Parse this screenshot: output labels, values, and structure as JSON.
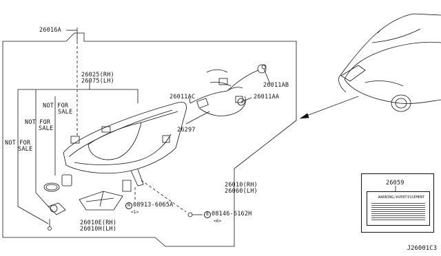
{
  "parts": {
    "p26016A": "26016A",
    "p26025": "26025(RH)",
    "p26075": "26075(LH)",
    "p26011AC": "26011AC",
    "p26011AB": "26011AB",
    "p26011AA": "26011AA",
    "p26297": "26297",
    "p26010": "26010(RH)",
    "p26060": "26060(LH)",
    "p26010E": "26010E(RH)",
    "p26010H": "26010H(LH)",
    "p26059": "26059",
    "bolt_n_code": "N",
    "bolt_n": "08913-6065A",
    "bolt_n_qty": "<1>",
    "bolt_b_code": "B",
    "bolt_b": "08146-6162H",
    "bolt_b_qty": "<6>"
  },
  "notes": {
    "not_for_sale_1a": "NOT FOR",
    "not_for_sale_1b": "SALE",
    "not_for_sale_2a": "NOT FOR",
    "not_for_sale_2b": "SALE",
    "not_for_sale_3a": "NOT FOR",
    "not_for_sale_3b": "SALE"
  },
  "label_card": {
    "title": "WARNING/AVERTISSEMENT"
  },
  "diagram_id": "J26001C3"
}
